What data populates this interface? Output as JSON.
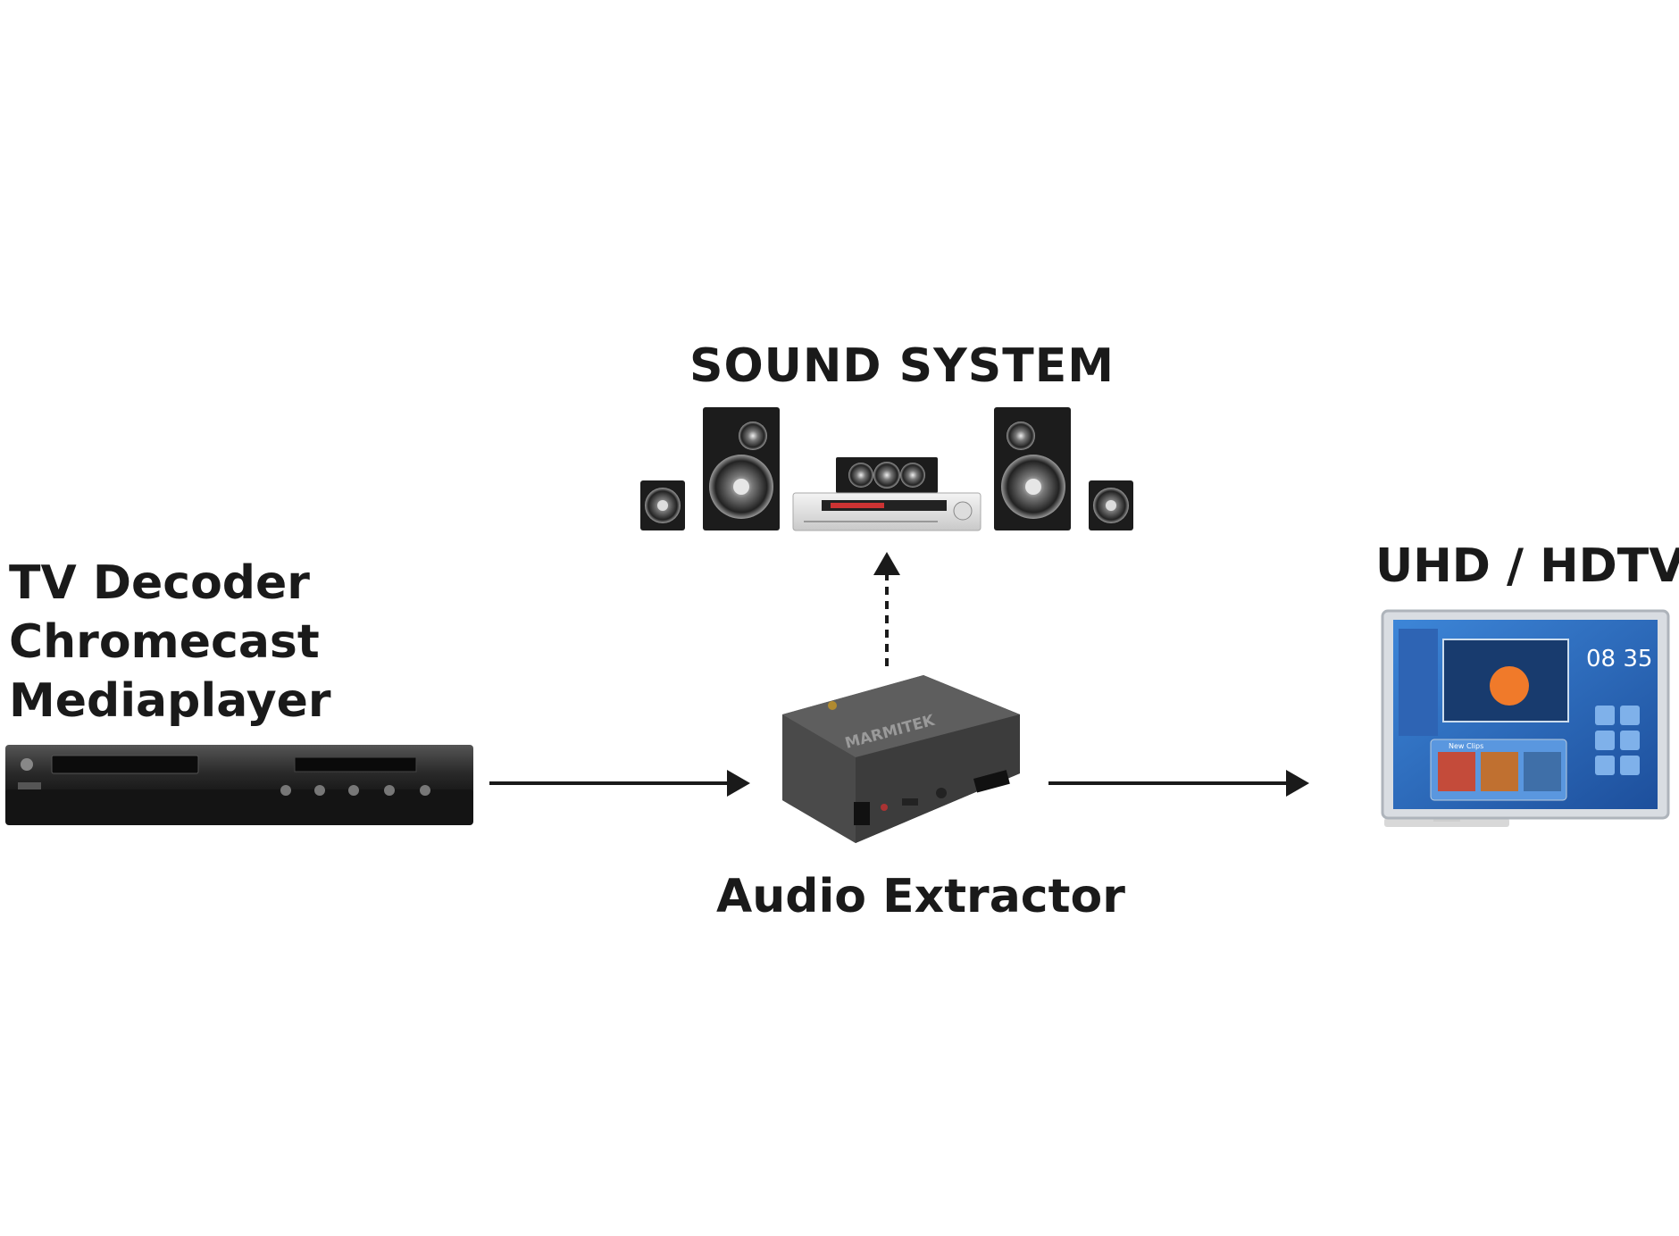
{
  "nodes": {
    "sound_system": {
      "label": "SOUND SYSTEM"
    },
    "source": {
      "lines": [
        "TV Decoder",
        "Chromecast",
        "Mediaplayer"
      ]
    },
    "display": {
      "label": "UHD / HDTV"
    },
    "extractor": {
      "label": "Audio Extractor",
      "brand": "MARMITEK"
    },
    "tv_screen": {
      "clock": "08 35",
      "clips_title": "New Clips"
    }
  },
  "connections": [
    {
      "from": "source",
      "to": "extractor",
      "style": "solid"
    },
    {
      "from": "extractor",
      "to": "display",
      "style": "solid"
    },
    {
      "from": "extractor",
      "to": "sound_system",
      "style": "dotted"
    }
  ],
  "colors": {
    "background": "#ffffff",
    "text": "#1a1a1a",
    "arrow": "#1a1a1a",
    "tv_screen": "#2a6bbf",
    "device_dark": "#2b2b2b"
  }
}
